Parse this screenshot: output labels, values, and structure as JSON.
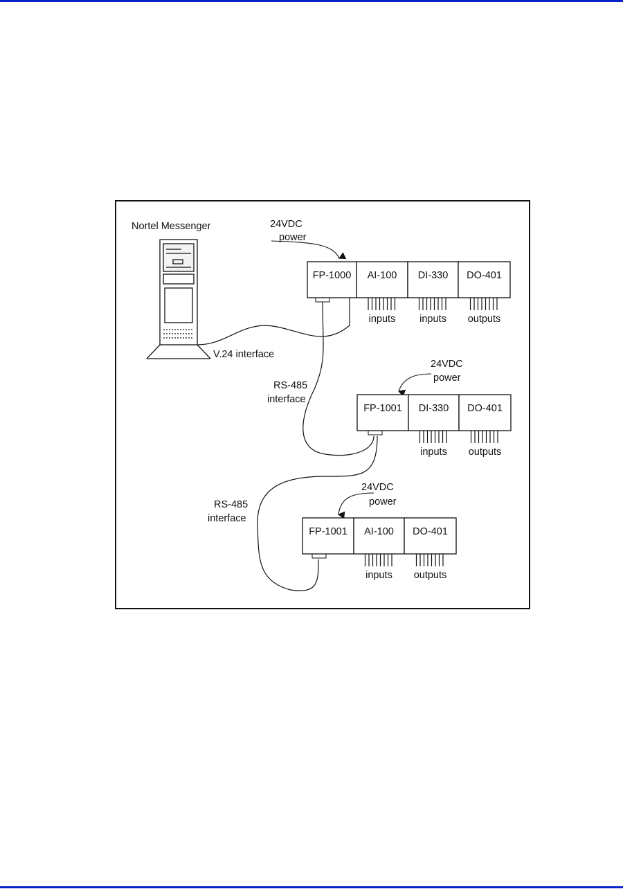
{
  "colors": {
    "rule": "#0b22c8",
    "ink": "#111111"
  },
  "server": {
    "label": "Nortel Messenger",
    "icon": "server-rack-icon"
  },
  "links": {
    "v24": "V.24 interface",
    "rs485_1_line1": "RS-485",
    "rs485_1_line2": "interface",
    "rs485_2_line1": "RS-485",
    "rs485_2_line2": "interface"
  },
  "groups": [
    {
      "power_line1": "24VDC",
      "power_line2": "power",
      "modules": [
        {
          "label": "FP-1000",
          "io": ""
        },
        {
          "label": "AI-100",
          "io": "inputs"
        },
        {
          "label": "DI-330",
          "io": "inputs"
        },
        {
          "label": "DO-401",
          "io": "outputs"
        }
      ]
    },
    {
      "power_line1": "24VDC",
      "power_line2": "power",
      "modules": [
        {
          "label": "FP-1001",
          "io": ""
        },
        {
          "label": "DI-330",
          "io": "inputs"
        },
        {
          "label": "DO-401",
          "io": "outputs"
        }
      ]
    },
    {
      "power_line1": "24VDC",
      "power_line2": "power",
      "modules": [
        {
          "label": "FP-1001",
          "io": ""
        },
        {
          "label": "AI-100",
          "io": "inputs"
        },
        {
          "label": "DO-401",
          "io": "outputs"
        }
      ]
    }
  ]
}
